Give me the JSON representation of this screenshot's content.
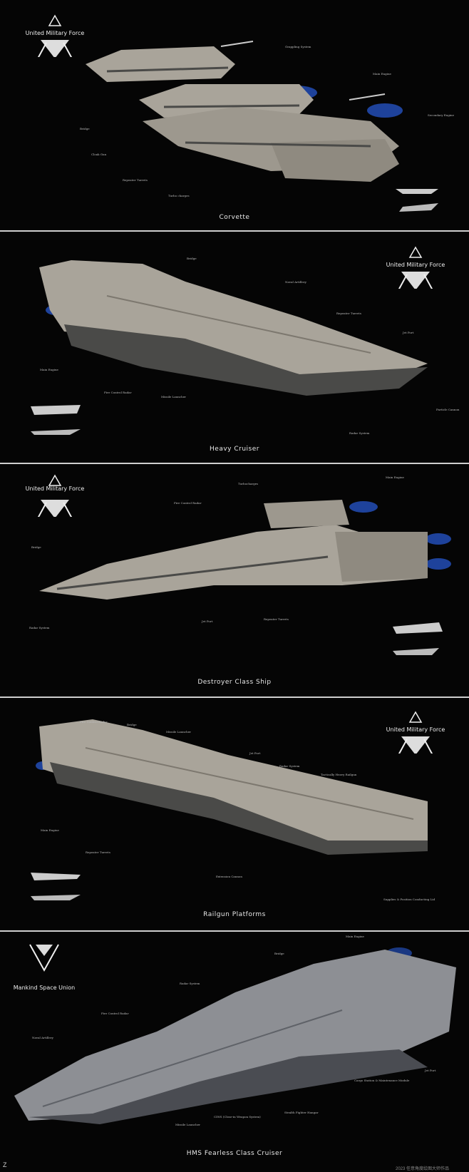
{
  "panels": [
    {
      "caption": "Corvette",
      "logo_text": "United Military Force",
      "callouts": [
        "Grappling System",
        "Main Engine",
        "Secondary Engine",
        "Bridge",
        "Cloak Gun",
        "Repeater Turrets",
        "Turbo charges"
      ]
    },
    {
      "caption": "Heavy Cruiser",
      "logo_text": "United Military Force",
      "callouts": [
        "Bridge",
        "Naval Artillery",
        "Repeater Turrets",
        "Jet Port",
        "Main Engine",
        "Fire Control Radar",
        "Missile Launcher",
        "Particle Cannon",
        "Radar System"
      ]
    },
    {
      "caption": "Destroyer Class Ship",
      "logo_text": "United Military Force",
      "callouts": [
        "Turbocharges",
        "Main Engine",
        "Fire Control Radar",
        "Bridge",
        "Radar System",
        "Jet Port",
        "Repeater Turrets"
      ]
    },
    {
      "caption": "Railgun Platforms",
      "logo_text": "United Military Force",
      "callouts": [
        "Fire Control Radar",
        "Bridge",
        "Missile Launcher",
        "Jet Port",
        "Radar System",
        "Tactically Heavy Railgun",
        "Main Engine",
        "Repeater Turrets",
        "Extension Cannon",
        "Supplies & Position Conducting Lid"
      ]
    },
    {
      "caption": "HMS Fearless Class Cruiser",
      "logo_text": "Mankind Space Union",
      "callouts": [
        "Main Engine",
        "Bridge",
        "Radar System",
        "Fire Control Radar",
        "Naval Artillery",
        "Jet Port",
        "Cargo Station & Maintenance Module",
        "Missile Launcher",
        "CIWS (Close-in Weapon System)",
        "Stealth Fighter Hangar"
      ]
    }
  ],
  "footer": {
    "mark": "Z",
    "note": "2023 任意角度绘图大师作品"
  },
  "colors": {
    "background": "#050505",
    "hull": "#a9a49a",
    "hull_dark": "#4a4a48",
    "engine_glow": "#2f6bff",
    "divider": "#cfcfcf"
  }
}
